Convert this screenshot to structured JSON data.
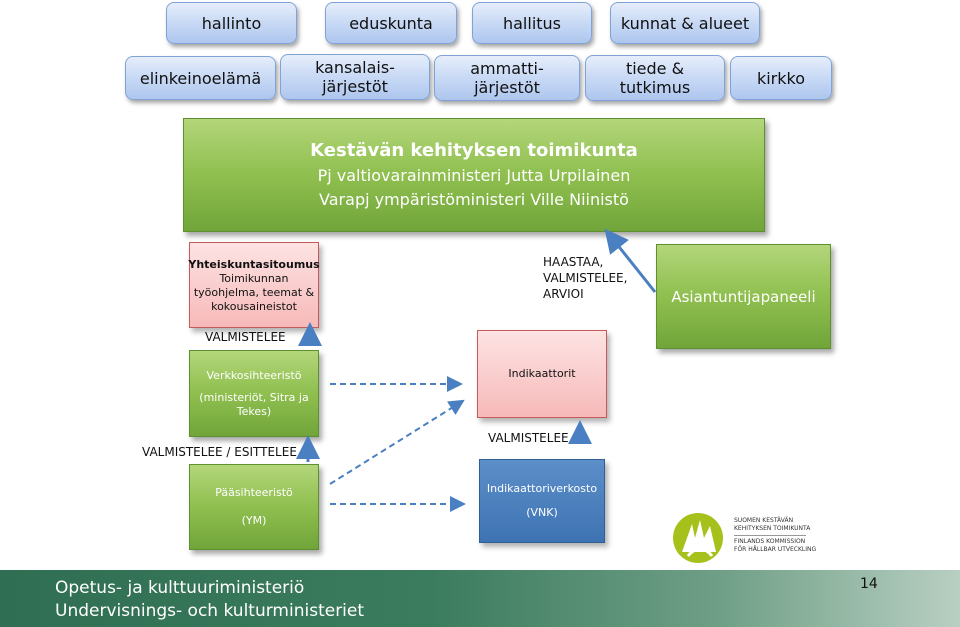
{
  "top_row_1": [
    "hallinto",
    "eduskunta",
    "hallitus",
    "kunnat & alueet"
  ],
  "top_row_2": [
    "elinkeinoelämä",
    "kansalais-\njärjestöt",
    "ammatti-\njärjestöt",
    "tiede &\ntutkimus",
    "kirkko"
  ],
  "main_box": {
    "title": "Kestävän kehityksen toimikunta",
    "line1": "Pj valtiovarainministeri Jutta Urpilainen",
    "line2": "Varapj ympäristöministeri Ville Niinistö"
  },
  "commitment_box": {
    "title": "Yhteiskuntasitoumus",
    "text": "Toimikunnan\ntyöohjelma, teemat &\nkokousaineistot"
  },
  "labels": {
    "valmistelee_1": "VALMISTELEE",
    "valmistelee_esittelee": "VALMISTELEE / ESITTELEE",
    "valmistelee_2": "VALMISTELEE",
    "haastaa": "HAASTAA,\nVALMISTELEE,\nARVIOI"
  },
  "network_box": {
    "title": "Verkkosihteeristö",
    "text": "(ministeriöt, Sitra ja\nTekes)"
  },
  "main_secretariat": {
    "title": "Pääsihteeristö",
    "text": "(YM)"
  },
  "indicators": {
    "title": "Indikaattorit"
  },
  "indicator_network": {
    "title": "Indikaattoriverkosto",
    "text": "(VNK)"
  },
  "expert_panel": {
    "title": "Asiantuntijapaneeli"
  },
  "logo": {
    "line1": "SUOMEN KESTÄVÄN",
    "line2": "KEHITYKSEN TOIMIKUNTA",
    "line3": "FINLANDS KOMMISSION",
    "line4": "FÖR HÅLLBAR UTVECKLING"
  },
  "page_number": "14",
  "footer": {
    "line1": "Opetus- ja kulttuuriministeriö",
    "line2": "Undervisnings- och kulturministeriet"
  },
  "colors": {
    "green": "#8fbf4f",
    "blue_pill": "#c5d7f4",
    "red_box": "#f7b9b9",
    "blue_box": "#3e73b3",
    "arrow": "#4a7fc1",
    "footer": "#3c7c5e"
  }
}
